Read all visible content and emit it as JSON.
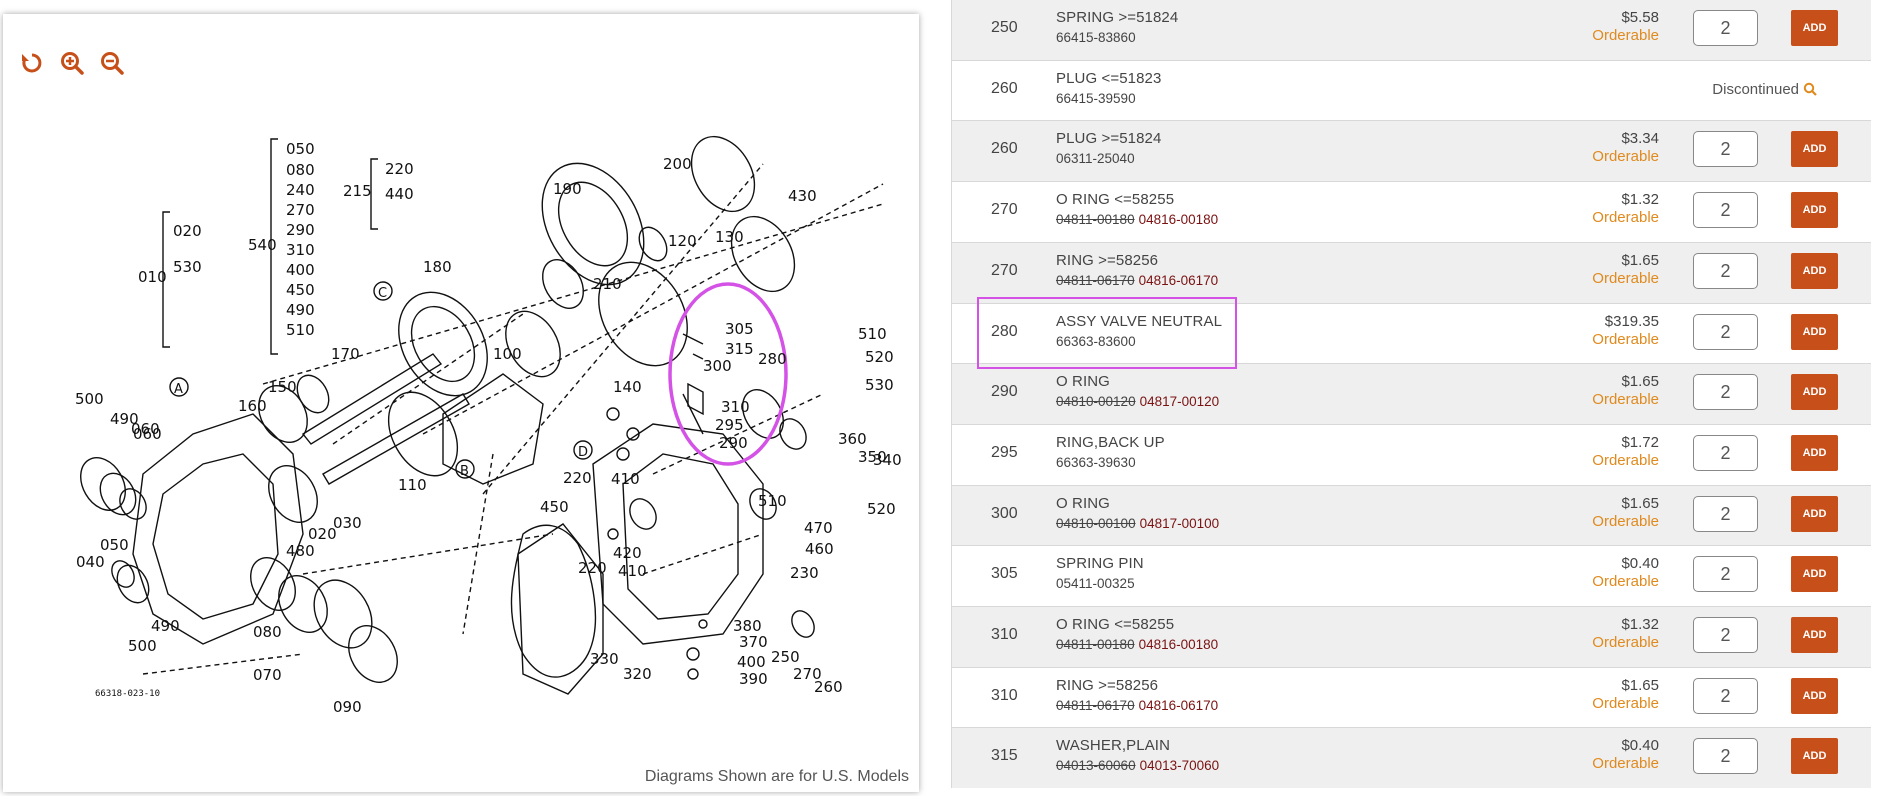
{
  "diagram": {
    "caption": "Diagrams Shown are for U.S. Models",
    "toolbar": [
      {
        "name": "reset-rotate-icon",
        "color": "#c7501a"
      },
      {
        "name": "zoom-in-icon",
        "color": "#c7501a"
      },
      {
        "name": "zoom-out-icon",
        "color": "#c7501a"
      }
    ],
    "callouts": [
      "010",
      "020",
      "530",
      "060",
      "540",
      "050",
      "080",
      "240",
      "270",
      "290",
      "310",
      "400",
      "450",
      "490",
      "510",
      "215",
      "220",
      "440",
      "190",
      "200",
      "430",
      "180",
      "170",
      "150",
      "160",
      "500",
      "490",
      "060",
      "100",
      "210",
      "120",
      "130",
      "140",
      "305",
      "315",
      "300",
      "280",
      "310",
      "295",
      "290",
      "510",
      "520",
      "530",
      "360",
      "350",
      "340",
      "520",
      "510",
      "470",
      "460",
      "230",
      "450",
      "220",
      "410",
      "220",
      "420",
      "410",
      "110",
      "480",
      "020",
      "030",
      "050",
      "040",
      "500",
      "490",
      "080",
      "070",
      "090",
      "330",
      "320",
      "380",
      "370",
      "400",
      "390",
      "250",
      "270",
      "260"
    ],
    "letter_markers": [
      "A",
      "B",
      "C",
      "D"
    ],
    "stamp": "66318-023-10",
    "highlight_color": "#d452e6"
  },
  "parts": [
    {
      "ref": "250",
      "desc": "SPRING >=51824",
      "pn_old": "66415-83860",
      "pn_old_struck": false,
      "pn_new": "",
      "price": "$5.58",
      "status": "Orderable",
      "qty": "2",
      "add_label": "ADD",
      "shade": true
    },
    {
      "ref": "260",
      "desc": "PLUG <=51823",
      "pn_old": "66415-39590",
      "pn_old_struck": false,
      "pn_new": "",
      "price": "",
      "status": "",
      "discontinued": "Discontinued",
      "qty": "",
      "add_label": "",
      "shade": false
    },
    {
      "ref": "260",
      "desc": "PLUG >=51824",
      "pn_old": "06311-25040",
      "pn_old_struck": false,
      "pn_new": "",
      "price": "$3.34",
      "status": "Orderable",
      "qty": "2",
      "add_label": "ADD",
      "shade": true
    },
    {
      "ref": "270",
      "desc": "O RING <=58255",
      "pn_old": "04811-00180",
      "pn_old_struck": true,
      "pn_new": "04816-00180",
      "price": "$1.32",
      "status": "Orderable",
      "qty": "2",
      "add_label": "ADD",
      "shade": false
    },
    {
      "ref": "270",
      "desc": "RING >=58256",
      "pn_old": "04811-06170",
      "pn_old_struck": true,
      "pn_new": "04816-06170",
      "price": "$1.65",
      "status": "Orderable",
      "qty": "2",
      "add_label": "ADD",
      "shade": true
    },
    {
      "ref": "280",
      "desc": "ASSY VALVE NEUTRAL",
      "pn_old": "66363-83600",
      "pn_old_struck": false,
      "pn_new": "",
      "price": "$319.35",
      "status": "Orderable",
      "qty": "2",
      "add_label": "ADD",
      "shade": false
    },
    {
      "ref": "290",
      "desc": "O RING",
      "pn_old": "04810-00120",
      "pn_old_struck": true,
      "pn_new": "04817-00120",
      "price": "$1.65",
      "status": "Orderable",
      "qty": "2",
      "add_label": "ADD",
      "shade": true
    },
    {
      "ref": "295",
      "desc": "RING,BACK UP",
      "pn_old": "66363-39630",
      "pn_old_struck": false,
      "pn_new": "",
      "price": "$1.72",
      "status": "Orderable",
      "qty": "2",
      "add_label": "ADD",
      "shade": false
    },
    {
      "ref": "300",
      "desc": "O RING",
      "pn_old": "04810-00100",
      "pn_old_struck": true,
      "pn_new": "04817-00100",
      "price": "$1.65",
      "status": "Orderable",
      "qty": "2",
      "add_label": "ADD",
      "shade": true
    },
    {
      "ref": "305",
      "desc": "SPRING PIN",
      "pn_old": "05411-00325",
      "pn_old_struck": false,
      "pn_new": "",
      "price": "$0.40",
      "status": "Orderable",
      "qty": "2",
      "add_label": "ADD",
      "shade": false
    },
    {
      "ref": "310",
      "desc": "O RING <=58255",
      "pn_old": "04811-00180",
      "pn_old_struck": true,
      "pn_new": "04816-00180",
      "price": "$1.32",
      "status": "Orderable",
      "qty": "2",
      "add_label": "ADD",
      "shade": true
    },
    {
      "ref": "310",
      "desc": "RING >=58256",
      "pn_old": "04811-06170",
      "pn_old_struck": true,
      "pn_new": "04816-06170",
      "price": "$1.65",
      "status": "Orderable",
      "qty": "2",
      "add_label": "ADD",
      "shade": false
    },
    {
      "ref": "315",
      "desc": "WASHER,PLAIN",
      "pn_old": "04013-60060",
      "pn_old_struck": true,
      "pn_new": "04013-70060",
      "price": "$0.40",
      "status": "Orderable",
      "qty": "2",
      "add_label": "ADD",
      "shade": true
    }
  ],
  "colors": {
    "accent": "#c7501a",
    "orderable": "#e08a1e",
    "new_part": "#7a1212",
    "highlight": "#d452e6"
  }
}
